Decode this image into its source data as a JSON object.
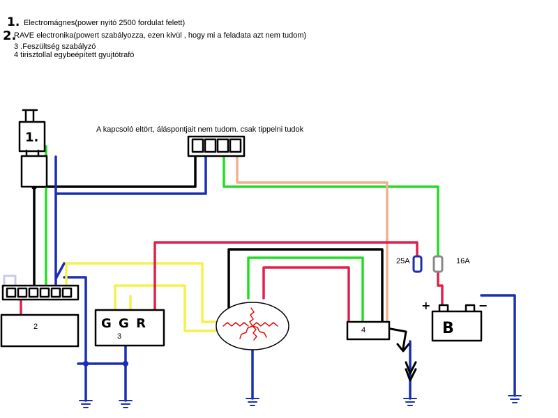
{
  "legend": {
    "n1": "1.",
    "t1": "Electromágnes(power nyitó 2500 fordulat felett)",
    "n2": "2.",
    "t2": "RAVE electronika(powert szabályozza, ezen kivül , hogy mi a  feladata azt nem tudom)",
    "t3": "3 .Feszültség szabályzó",
    "t4": "4 tirisztollal egybeépített gyujtótrafó"
  },
  "switch_note": "A kapcsoló eltört, áláspontjait nem tudom. csak tippelni tudok",
  "components": {
    "c1": "1.",
    "c2": "2",
    "c3": "3",
    "c3_terminals": "G G R",
    "c4": "4",
    "battery": "B",
    "plus": "+",
    "minus": "−"
  },
  "fuses": {
    "f1": "25A",
    "f2": "16A"
  },
  "colors": {
    "black": "#000000",
    "green": "#22dd22",
    "blue": "#1a2fb0",
    "yellow": "#f5f04a",
    "red": "#e0204a",
    "peach": "#f0b090",
    "lavender": "#c8c8f0",
    "coil": "#dd1111"
  }
}
